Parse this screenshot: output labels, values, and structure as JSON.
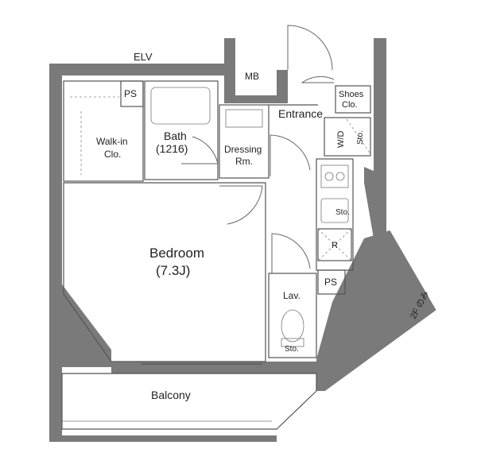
{
  "labels": {
    "elv": "ELV",
    "mb": "MB",
    "ps_top": "PS",
    "ps_right": "PS",
    "shoes_line1": "Shoes",
    "shoes_line2": "Clo.",
    "entrance": "Entrance",
    "walkin_line1": "Walk-in",
    "walkin_line2": "Clo.",
    "bath_line1": "Bath",
    "bath_line2": "(1216)",
    "dressing_line1": "Dressing",
    "dressing_line2": "Rm.",
    "wd": "W/D",
    "sto1": "Sto.",
    "sto2": "Sto.",
    "sto3": "Sto.",
    "r": "R",
    "bedroom_line1": "Bedroom",
    "bedroom_line2": "(7.3J)",
    "lav": "Lav.",
    "balcony": "Balcony",
    "floor": "2F のみ"
  },
  "colors": {
    "wall": "#7a7a7a",
    "line": "#555555",
    "background": "#ffffff"
  }
}
